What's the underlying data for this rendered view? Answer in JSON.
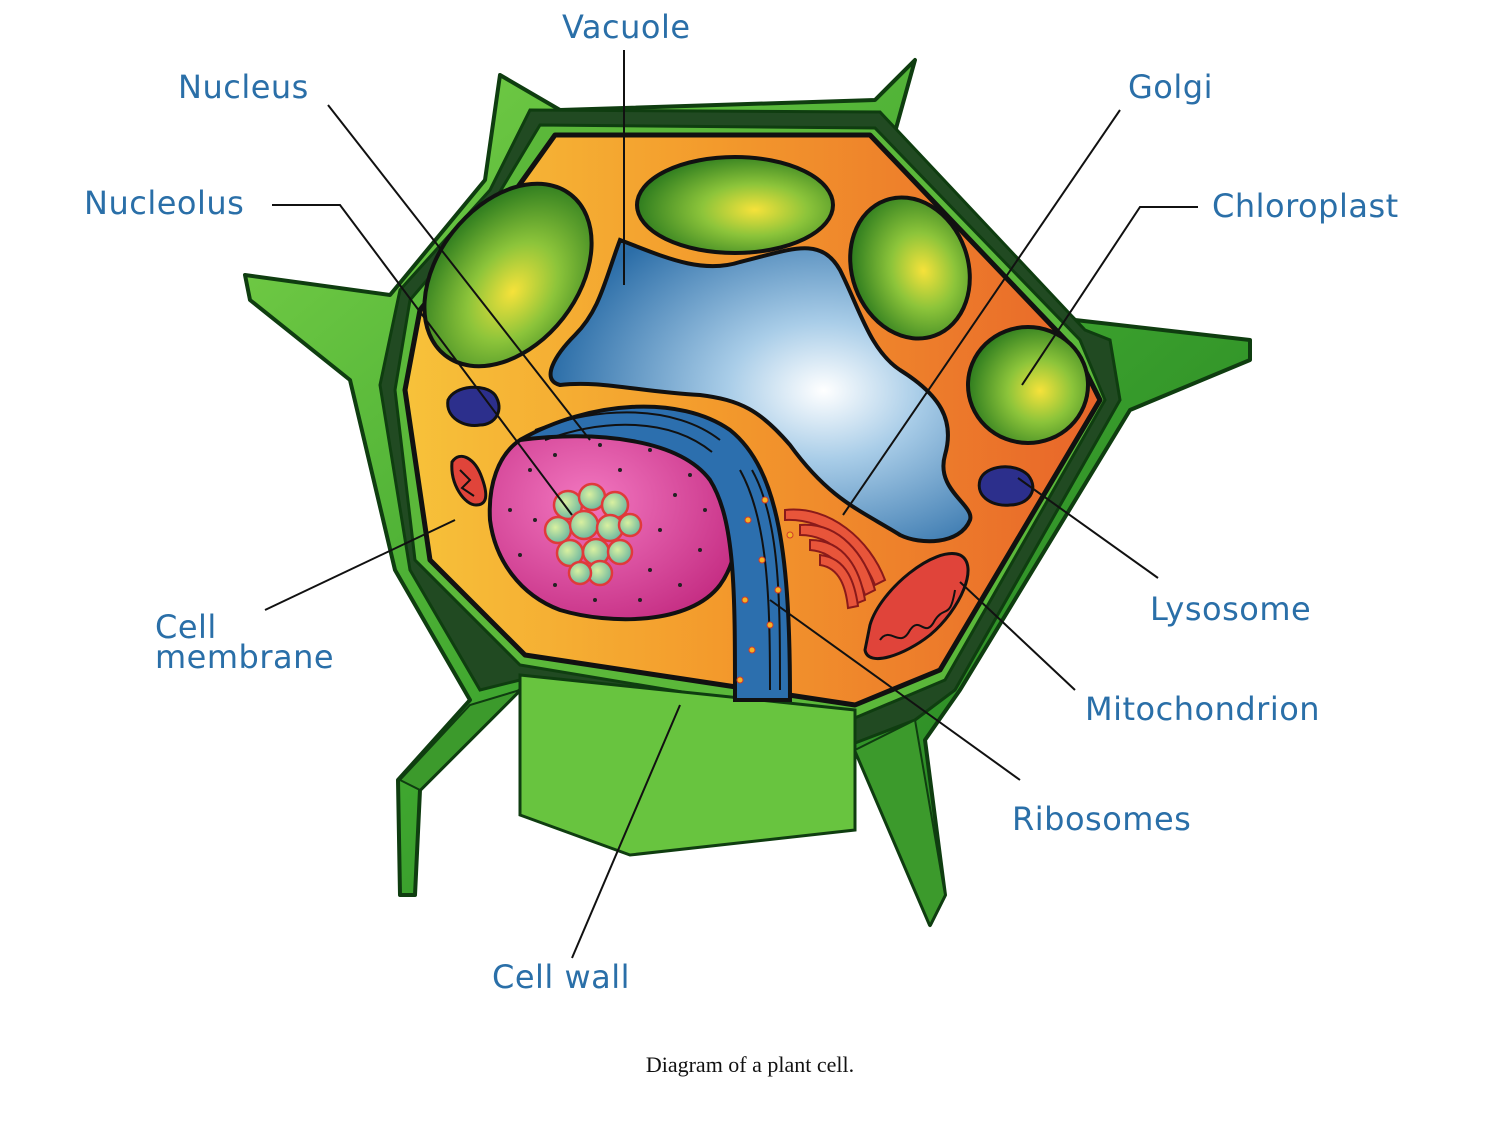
{
  "labels": {
    "vacuole": "Vacuole",
    "nucleus": "Nucleus",
    "golgi": "Golgi",
    "nucleolus": "Nucleolus",
    "chloroplast": "Chloroplast",
    "cell_membrane_1": "Cell",
    "cell_membrane_2": "membrane",
    "lysosome": "Lysosome",
    "mitochondrion": "Mitochondrion",
    "ribosomes": "Ribosomes",
    "cell_wall": "Cell wall"
  },
  "caption": "Diagram of a plant cell.",
  "colors": {
    "label_text": "#2a6fa8",
    "cell_wall": "#3fa62f",
    "cytoplasm": "#f08a2a",
    "vacuole": "#4a90c8",
    "nucleus": "#d43a8e",
    "chloroplast": "#4c9a22",
    "lysosome": "#2c2f8c",
    "mitochondrion": "#e0443a"
  }
}
